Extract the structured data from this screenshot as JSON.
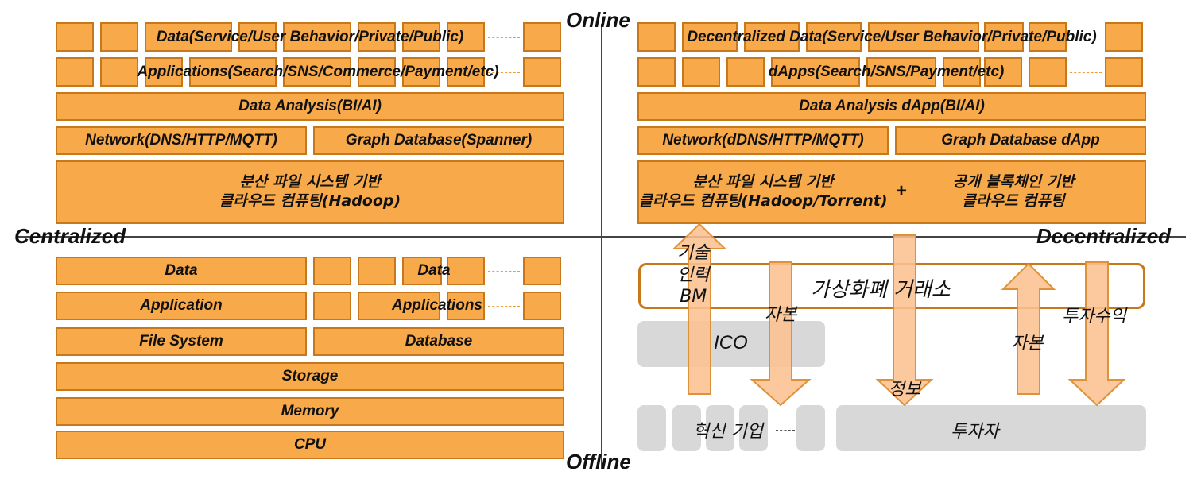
{
  "axes": {
    "top": "Online",
    "bottom": "Offline",
    "left": "Centralized",
    "right": "Decentralized"
  },
  "online_centralized": {
    "data": "Data(Service/User Behavior/Private/Public)",
    "applications": "Applications(Search/SNS/Commerce/Payment/etc)",
    "data_analysis": "Data Analysis(BI/AI)",
    "network": "Network(DNS/HTTP/MQTT)",
    "graph_db": "Graph Database(Spanner)",
    "cloud_line1": "분산 파일 시스템 기반",
    "cloud_line2": "클라우드 컴퓨팅(Hadoop)"
  },
  "online_decentralized": {
    "data": "Decentralized Data(Service/User Behavior/Private/Public)",
    "dapps": "dApps(Search/SNS/Payment/etc)",
    "data_analysis": "Data Analysis dApp(BI/AI)",
    "network": "Network(dDNS/HTTP/MQTT)",
    "graph_db": "Graph Database dApp",
    "cloud_left_line1": "분산 파일 시스템 기반",
    "cloud_left_line2": "클라우드 컴퓨팅(Hadoop/Torrent)",
    "plus": "+",
    "cloud_right_line1": "공개 블록체인 기반",
    "cloud_right_line2": "클라우드 컴퓨팅"
  },
  "offline_centralized": {
    "data": "Data",
    "data_small": "Data",
    "application": "Application",
    "applications": "Applications",
    "file_system": "File System",
    "database": "Database",
    "storage": "Storage",
    "memory": "Memory",
    "cpu": "CPU"
  },
  "offline_decentralized": {
    "exchange": "가상화폐 거래소",
    "ico": "ICO",
    "innovators": "혁신 기업",
    "investors": "투자자",
    "arrow_up_1": "기술\n인력\nBM",
    "arrow_down_1": "자본",
    "arrow_down_2": "정보",
    "arrow_up_2": "자본",
    "arrow_down_3": "투자수익"
  },
  "colors": {
    "box_fill": "#F8A94A",
    "box_border": "#C6781A",
    "arrow_fill": "#FBC28F",
    "grey": "#D8D8D8"
  }
}
